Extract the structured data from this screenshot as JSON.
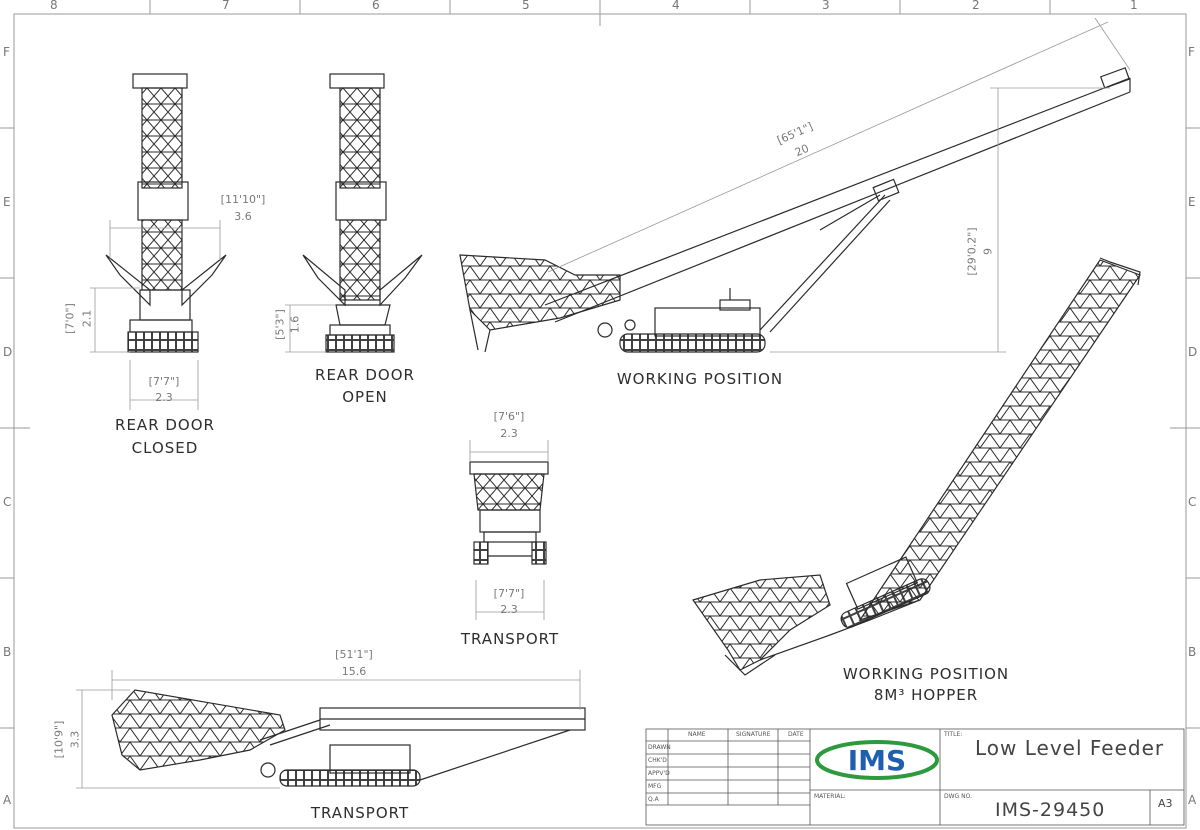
{
  "zones": {
    "columns": [
      "8",
      "7",
      "6",
      "5",
      "4",
      "3",
      "2",
      "1"
    ],
    "rows": [
      "F",
      "E",
      "D",
      "C",
      "B",
      "A"
    ]
  },
  "views": {
    "rear_door_closed": {
      "label_line1": "REAR DOOR",
      "label_line2": "CLOSED",
      "dim_width_imperial": "[11'10\"]",
      "dim_width_metric": "3.6",
      "dim_height_imperial": "[7'0\"]",
      "dim_height_metric": "2.1",
      "dim_base_imperial": "[7'7\"]",
      "dim_base_metric": "2.3"
    },
    "rear_door_open": {
      "label_line1": "REAR DOOR",
      "label_line2": "OPEN",
      "dim_height_imperial": "[5'3\"]",
      "dim_height_metric": "1.6"
    },
    "working_position": {
      "label": "WORKING POSITION",
      "dim_length_imperial": "[65'1\"]",
      "dim_length_metric": "20",
      "dim_height_imperial": "[29'0.2\"]",
      "dim_height_metric": "9"
    },
    "transport_front": {
      "label": "TRANSPORT",
      "dim_top_imperial": "[7'6\"]",
      "dim_top_metric": "2.3",
      "dim_bottom_imperial": "[7'7\"]",
      "dim_bottom_metric": "2.3"
    },
    "working_position_hopper": {
      "label_line1": "WORKING POSITION",
      "label_line2": "8M³ HOPPER"
    },
    "transport_side": {
      "label": "TRANSPORT",
      "dim_length_imperial": "[51'1\"]",
      "dim_length_metric": "15.6",
      "dim_height_imperial": "[10'9\"]",
      "dim_height_metric": "3.3"
    }
  },
  "title_block": {
    "headers": {
      "name": "NAME",
      "signature": "SIGNATURE",
      "date": "DATE"
    },
    "rows": [
      "DRAWN",
      "CHK'D",
      "APPV'D",
      "MFG",
      "Q.A"
    ],
    "logo_text": "IMS",
    "title_caption": "TITLE:",
    "title": "Low Level Feeder",
    "material_caption": "MATERIAL:",
    "dwg_caption": "DWG NO.",
    "dwg_no": "IMS-29450",
    "sheet_size": "A3"
  },
  "colors": {
    "line": "#2b2b2b",
    "dim": "#9a9a9a",
    "logo_green": "#2e9a3e",
    "logo_blue": "#1f5fb0"
  }
}
